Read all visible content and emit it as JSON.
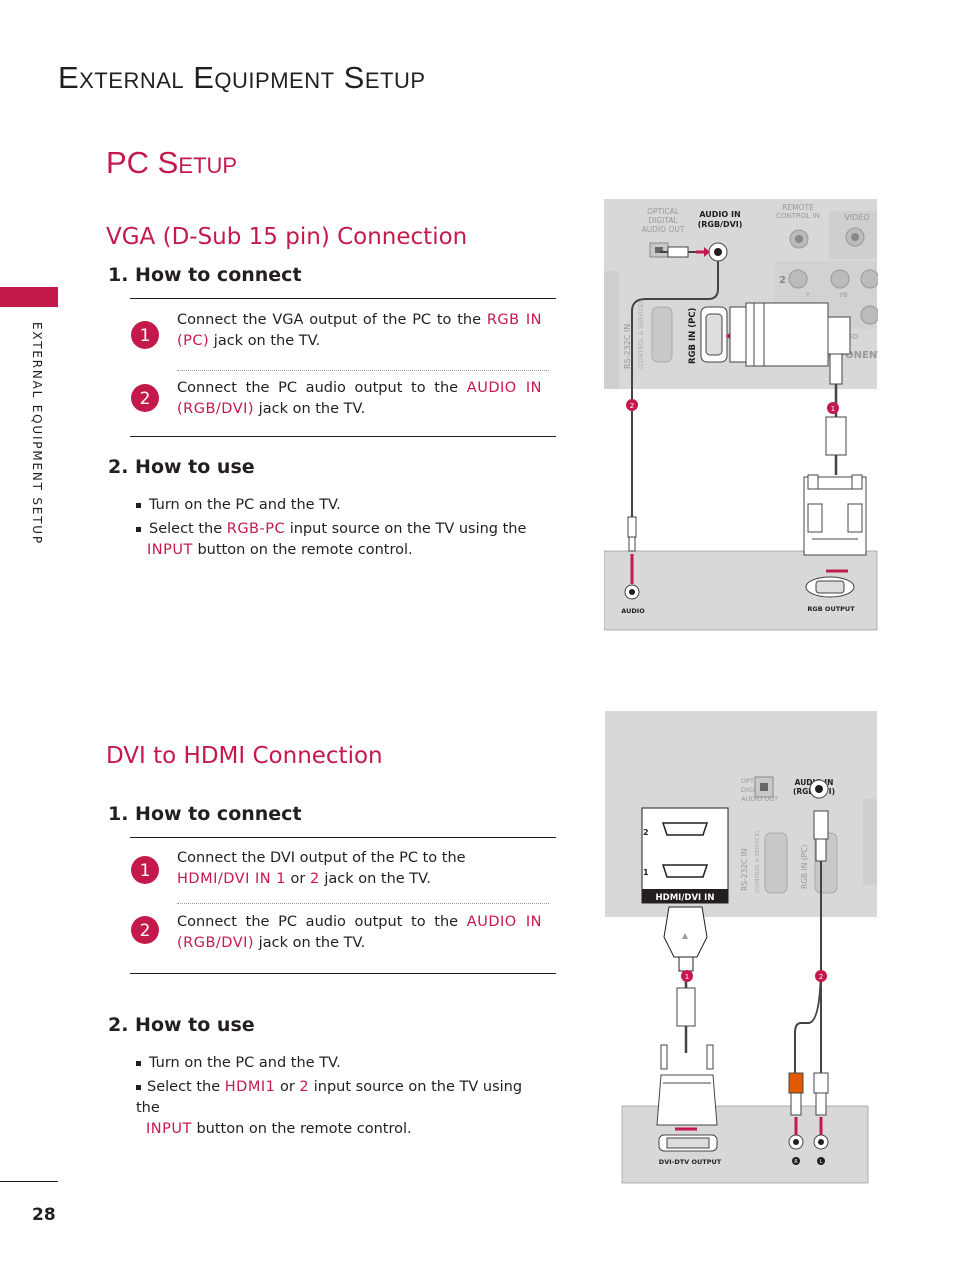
{
  "page": {
    "title": "External Equipment Setup",
    "side_tab": "EXTERNAL EQUIPMENT SETUP",
    "page_number": "28",
    "accent_color": "#c41a4b"
  },
  "pc_setup": {
    "title": "PC Setup"
  },
  "vga": {
    "title": "VGA (D-Sub 15 pin) Connection",
    "how_to_connect": "1. How to connect",
    "step1": {
      "num": "1",
      "pre": "Connect the VGA output of the PC to the ",
      "hl": "RGB IN (PC)",
      "post": " jack on the TV."
    },
    "step2": {
      "num": "2",
      "pre": "Connect the PC audio output to the ",
      "hl": "AUDIO IN (RGB/DVI)",
      "post": " jack on the TV."
    },
    "how_to_use": "2. How to use",
    "use1": "Turn on the PC and the TV.",
    "use2": {
      "pre": "Select the ",
      "hl": "RGB-PC",
      "mid": " input source on the TV using the ",
      "hl2": "INPUT",
      "post": " button on the remote control."
    },
    "diagram": {
      "optical": [
        "OPTICAL",
        "DIGITAL",
        "AUDIO OUT"
      ],
      "audio_in": [
        "AUDIO IN",
        "(RGB/DVI)"
      ],
      "remote": [
        "REMOTE",
        "CONTROL IN"
      ],
      "video": "VIDEO",
      "rs232": "RS-232C IN",
      "rs232_sub": "(CONTROL & SERVICE)",
      "rgb_in": "RGB IN (PC)",
      "component": "COMPONENT",
      "comp_num": "2",
      "y": "Y",
      "pb": "PB",
      "video2": "VIDEO",
      "audio_label": "AUDIO",
      "rgb_output": "RGB OUTPUT",
      "badge1": "1",
      "badge2": "2"
    }
  },
  "dvi": {
    "title": "DVI to HDMI Connection",
    "how_to_connect": "1. How to connect",
    "step1": {
      "num": "1",
      "pre": "Connect the DVI output of the PC to the ",
      "hl": "HDMI/DVI IN 1",
      "mid": " or ",
      "hl2": "2",
      "post": " jack on the TV."
    },
    "step2": {
      "num": "2",
      "pre": "Connect the PC audio output to the ",
      "hl": "AUDIO IN (RGB/DVI)",
      "post": " jack on the TV."
    },
    "how_to_use": "2. How to use",
    "use1": "Turn on the PC and the TV.",
    "use2": {
      "pre": "Select the ",
      "hl": "HDMI1",
      "mid": " or ",
      "hl2": "2",
      "mid2": " input source on the TV using the ",
      "hl3": "INPUT",
      "post": " button on the remote control."
    },
    "diagram": {
      "optical": [
        "OPTICAL",
        "DIGITAL",
        "AUDIO OUT"
      ],
      "audio_in": [
        "AUDIO IN",
        "(RGB/DVI)"
      ],
      "hdmi_label": "HDMI/DVI IN",
      "port2": "2",
      "port1": "1",
      "rs232": "RS-232C IN",
      "rs232_sub": "(CONTROL & SERVICE)",
      "rgb_in": "RGB IN (PC)",
      "dvi_output": "DVI-DTV OUTPUT",
      "r": "R",
      "l": "L",
      "badge1": "1",
      "badge2": "2"
    }
  }
}
